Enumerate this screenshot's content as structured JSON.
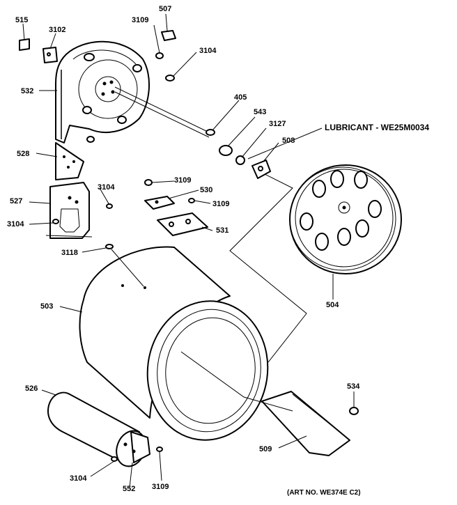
{
  "diagram": {
    "art_number": "(ART NO. WE374E C2)",
    "lubricant_note": "LUBRICANT - WE25M0034",
    "labels": {
      "p515": "515",
      "p3102": "3102",
      "p3109_top": "3109",
      "p507": "507",
      "p3104_top": "3104",
      "p532": "532",
      "p405": "405",
      "p543": "543",
      "p3127": "3127",
      "p508": "508",
      "p528": "528",
      "p3109_mid": "3109",
      "p530": "530",
      "p3104_mid": "3104",
      "p527": "527",
      "p3109_531": "3109",
      "p531": "531",
      "p3104_left": "3104",
      "p3118": "3118",
      "p504": "504",
      "p503": "503",
      "p526": "526",
      "p534": "534",
      "p509": "509",
      "p3104_bottom": "3104",
      "p552": "552",
      "p3109_bottom": "3109"
    }
  }
}
